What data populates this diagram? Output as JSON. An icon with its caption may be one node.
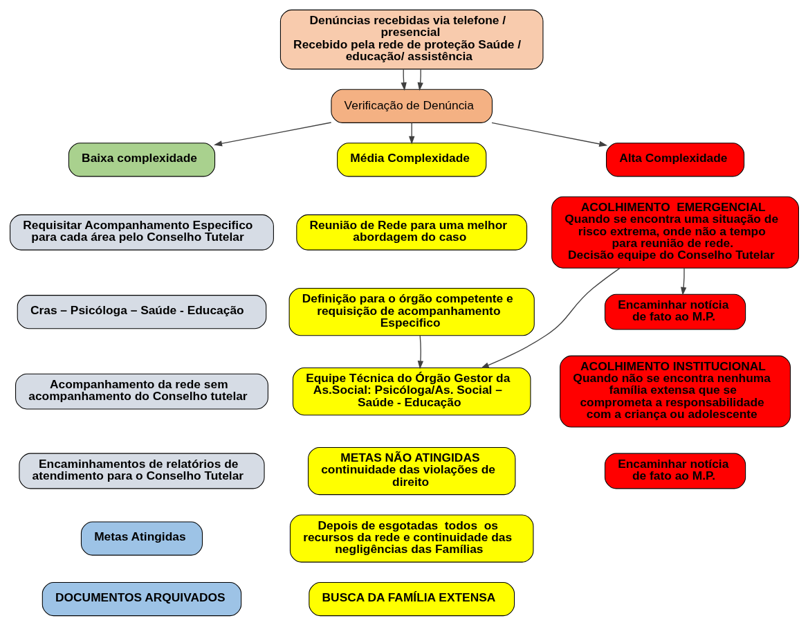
{
  "diagram": {
    "nodes": [
      {
        "text": [
          "Denúncias recebidas via telefone / presencial",
          "Recebido pela rede de proteção Saúde / educação/ assistência"
        ]
      },
      {
        "text": [
          "Verificação de Denúncia"
        ]
      },
      {
        "text": [
          "Baixa complexidade"
        ]
      },
      {
        "text": [
          "Média Complexidade"
        ]
      },
      {
        "text": [
          "Alta Complexidade"
        ]
      },
      {
        "text": [
          "Requisitar Acompanhamento Especifico para cada área pelo Conselho Tutelar"
        ]
      },
      {
        "text": [
          "Reunião de Rede para uma melhor abordagem do caso"
        ]
      },
      {
        "text": [
          "ACOLHIMENTO  EMERGENCIAL",
          "Quando se encontra uma situação de risco extrema, onde não a tempo para reunião de rede.",
          "Decisão equipe do Conselho Tutelar"
        ]
      },
      {
        "text": [
          "Cras – Psicóloga – Saúde - Educação"
        ]
      },
      {
        "text": [
          "Definição para o órgão competente e requisição de acompanhamento Especifico"
        ]
      },
      {
        "text": [
          "Acompanhamento da rede sem acompanhamento do Conselho tutelar"
        ]
      },
      {
        "text": [
          "Encaminhamentos de relatórios de atendimento para o Conselho Tutelar"
        ]
      },
      {
        "text": [
          "Equipe Técnica do Órgão Gestor da As.Social: Psicóloga/As. Social – Saúde - Educação"
        ]
      },
      {
        "text": [
          "Encaminhar notícia de fato ao M.P."
        ]
      },
      {
        "text": [
          "Metas Atingidas"
        ]
      },
      {
        "text": [
          "METAS NÃO ATINGIDAS",
          "continuidade das violações de direito"
        ]
      },
      {
        "text": [
          "ACOLHIMENTO INSTITUCIONAL",
          "Quando não se encontra nenhuma família extensa que se comprometa a responsabilidade com a criança ou adolescente"
        ]
      },
      {
        "text": [
          "DOCUMENTOS ARQUIVADOS"
        ]
      },
      {
        "text": [
          "Depois de esgotadas  todos  os recursos da rede e continuidade das negligências das Famílias"
        ]
      },
      {
        "text": [
          "BUSCA DA FAMÍLIA EXTENSA"
        ]
      },
      {
        "text": [
          "Encaminhar notícia de fato ao M.P."
        ]
      }
    ],
    "edges": [
      {
        "from": 0,
        "to": 1,
        "arrow": "to"
      },
      {
        "from": 0,
        "to": 1,
        "arrow": "to"
      },
      {
        "from": 1,
        "to": 2,
        "arrow": "to"
      },
      {
        "from": 1,
        "to": 3,
        "arrow": "to"
      },
      {
        "from": 1,
        "to": 4,
        "arrow": "to"
      },
      {
        "from": 9,
        "to": 12,
        "arrow": "to"
      },
      {
        "from": 7,
        "to": 12,
        "arrow": "to"
      },
      {
        "from": 7,
        "to": 13,
        "arrow": "to"
      }
    ]
  }
}
